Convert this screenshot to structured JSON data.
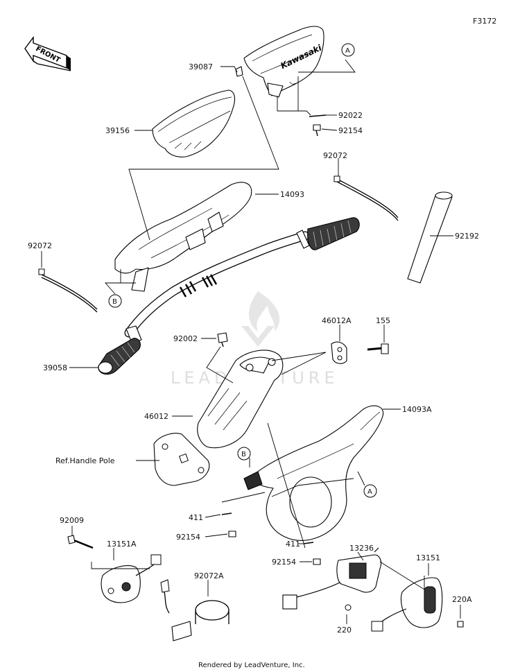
{
  "figure_code": "F3172",
  "front_label": "FRONT",
  "brand_text": "Kawasaki",
  "watermark_text": "LEADVENTURE",
  "footer": "Rendered by LeadVenture, Inc.",
  "callouts": {
    "p39087": "39087",
    "p92022": "92022",
    "p92154_a": "92154",
    "p39156": "39156",
    "p92072_a": "92072",
    "p14093": "14093",
    "p92192": "92192",
    "p92072_b": "92072",
    "p46012A": "46012A",
    "p155": "155",
    "p92002": "92002",
    "p39058": "39058",
    "p46012": "46012",
    "p14093A": "14093A",
    "ref_handle_pole": "Ref.Handle Pole",
    "p411_a": "411",
    "p92154_b": "92154",
    "p92009": "92009",
    "p13151A": "13151A",
    "p92072A": "92072A",
    "p13236": "13236",
    "p411_b": "411",
    "p92154_c": "92154",
    "p13151": "13151",
    "p220A": "220A",
    "p220": "220"
  },
  "ref_markers": {
    "a_top": "A",
    "a_mid": "A",
    "b_left": "B",
    "b_mid": "B"
  }
}
